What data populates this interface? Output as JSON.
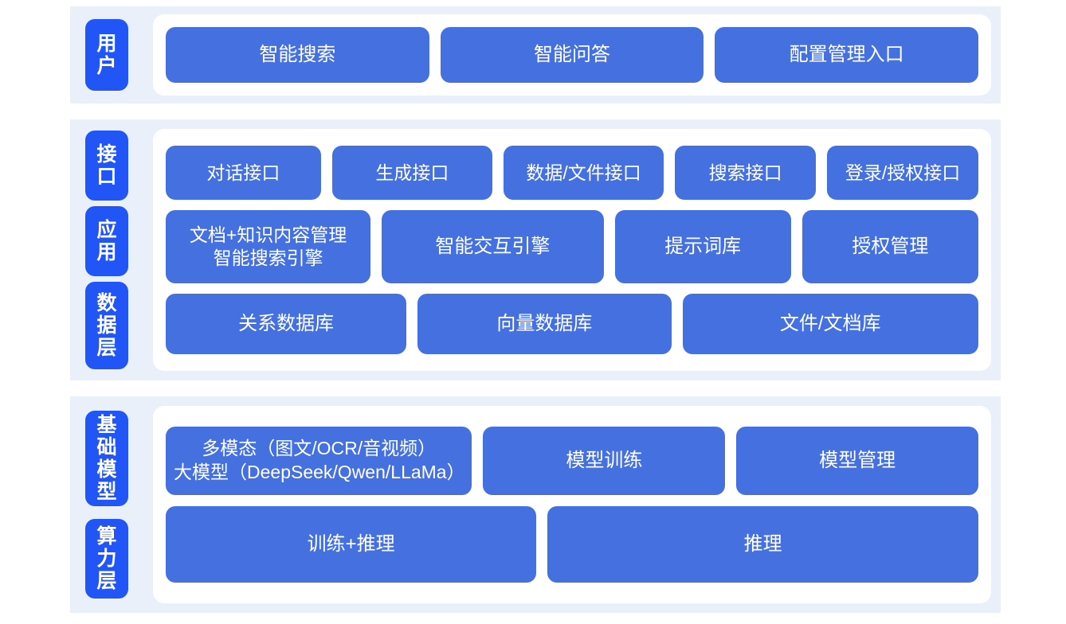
{
  "colors": {
    "chip_blue": "#2255F5",
    "node_blue": "#4570E0",
    "band_background": "#EAF0F9",
    "panel_background": "#FFFFFF",
    "page_background": "#FFFFFF",
    "text_on_blue": "#FFFFFF"
  },
  "sections": [
    {
      "id": "user",
      "layers": [
        {
          "label": "用户"
        }
      ],
      "rows": [
        {
          "id": "user-row",
          "nodes": [
            {
              "label": "智能搜索"
            },
            {
              "label": "智能问答"
            },
            {
              "label": "配置管理入口"
            }
          ]
        }
      ]
    },
    {
      "id": "mid",
      "layers": [
        {
          "label": "接口"
        },
        {
          "label": "应用"
        },
        {
          "label": "数据层"
        }
      ],
      "rows": [
        {
          "id": "interface-row",
          "nodes": [
            {
              "label": "对话接口"
            },
            {
              "label": "生成接口"
            },
            {
              "label": "数据/文件接口"
            },
            {
              "label": "搜索接口"
            },
            {
              "label": "登录/授权接口"
            }
          ]
        },
        {
          "id": "application-row",
          "nodes": [
            {
              "label": "文档+知识内容管理\n智能搜索引擎"
            },
            {
              "label": "智能交互引擎"
            },
            {
              "label": "提示词库"
            },
            {
              "label": "授权管理"
            }
          ]
        },
        {
          "id": "data-row",
          "nodes": [
            {
              "label": "关系数据库"
            },
            {
              "label": "向量数据库"
            },
            {
              "label": "文件/文档库"
            }
          ]
        }
      ]
    },
    {
      "id": "base",
      "layers": [
        {
          "label": "基础模型"
        },
        {
          "label": "算力层"
        }
      ],
      "rows": [
        {
          "id": "model-row",
          "nodes": [
            {
              "label": "多模态（图文/OCR/音视频）\n大模型（DeepSeek/Qwen/LLaMa）"
            },
            {
              "label": "模型训练"
            },
            {
              "label": "模型管理"
            }
          ]
        },
        {
          "id": "compute-row",
          "nodes": [
            {
              "label": "训练+推理"
            },
            {
              "label": "推理"
            }
          ]
        }
      ]
    }
  ]
}
